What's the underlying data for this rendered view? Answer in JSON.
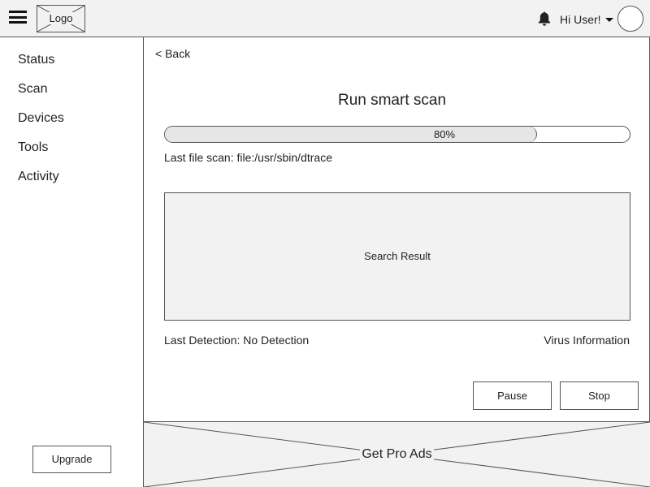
{
  "header": {
    "logo_text": "Logo",
    "user_greeting": "Hi User!"
  },
  "sidebar": {
    "items": [
      {
        "label": "Status"
      },
      {
        "label": "Scan"
      },
      {
        "label": "Devices"
      },
      {
        "label": "Tools"
      },
      {
        "label": "Activity"
      }
    ],
    "upgrade_label": "Upgrade"
  },
  "main": {
    "back_label": "< Back",
    "title": "Run smart scan",
    "progress": {
      "value_percent": 80,
      "label": "80%"
    },
    "last_file_scan": "Last file scan: file:/usr/sbin/dtrace",
    "search_result_label": "Search Result",
    "last_detection": "Last Detection: No Detection",
    "virus_info_label": "Virus Information",
    "pause_label": "Pause",
    "stop_label": "Stop"
  },
  "ad": {
    "label": "Get Pro Ads"
  }
}
